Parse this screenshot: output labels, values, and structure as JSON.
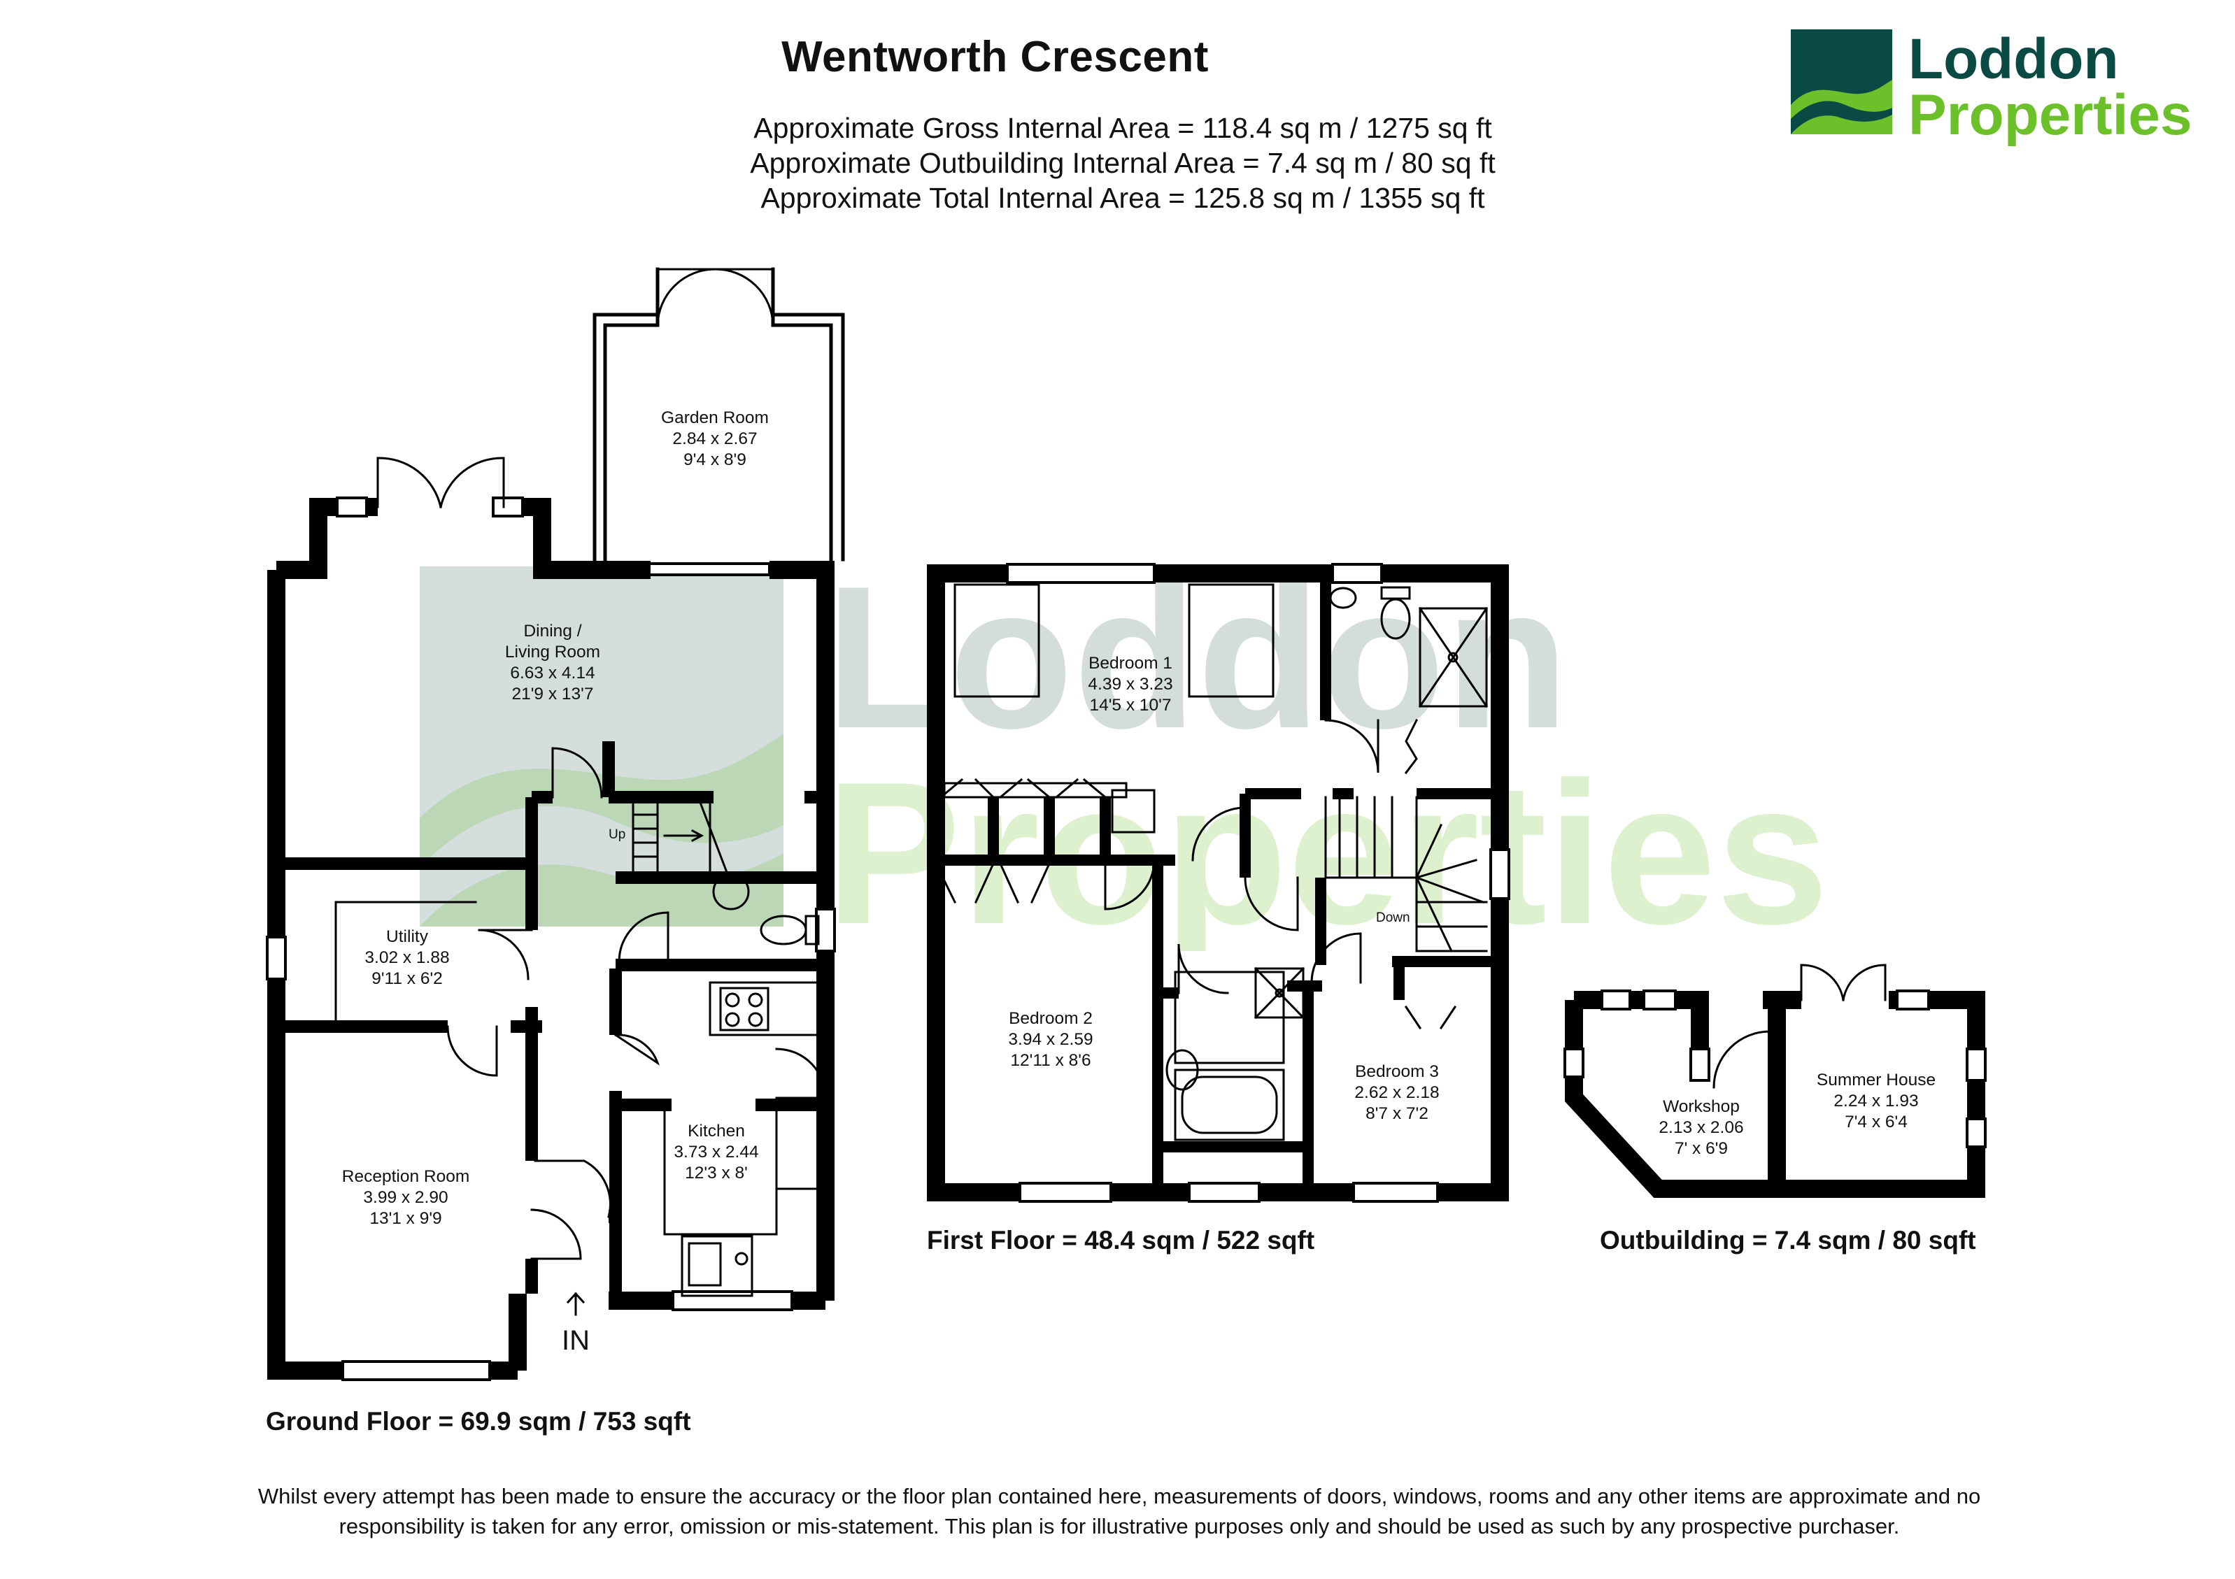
{
  "property": {
    "title": "Wentworth Crescent",
    "areas": {
      "gross": "Approximate Gross Internal Area = 118.4 sq m / 1275 sq ft",
      "outbuilding": "Approximate Outbuilding Internal Area = 7.4 sq m / 80 sq ft",
      "total": "Approximate Total Internal Area = 125.8 sq m / 1355 sq ft"
    }
  },
  "brand": {
    "name_line1": "Loddon",
    "name_line2": "Properties",
    "colors": {
      "dark_green": "#0a4a44",
      "lime": "#6cc12a"
    }
  },
  "floors": {
    "ground": {
      "label": "Ground Floor = 69.9 sqm / 753 sqft",
      "entrance": "IN",
      "stair": "Up",
      "rooms": {
        "garden_room": {
          "name": "Garden Room",
          "metric": "2.84 x 2.67",
          "imperial": "9'4 x 8'9"
        },
        "dining_living": {
          "name_line1": "Dining /",
          "name_line2": "Living Room",
          "metric": "6.63 x 4.14",
          "imperial": "21'9 x 13'7"
        },
        "utility": {
          "name": "Utility",
          "metric": "3.02 x 1.88",
          "imperial": "9'11 x 6'2"
        },
        "reception": {
          "name": "Reception Room",
          "metric": "3.99 x 2.90",
          "imperial": "13'1 x 9'9"
        },
        "kitchen": {
          "name": "Kitchen",
          "metric": "3.73 x 2.44",
          "imperial": "12'3 x 8'"
        }
      }
    },
    "first": {
      "label": "First Floor = 48.4 sqm / 522 sqft",
      "stair": "Down",
      "rooms": {
        "bedroom1": {
          "name": "Bedroom 1",
          "metric": "4.39 x 3.23",
          "imperial": "14'5 x 10'7"
        },
        "bedroom2": {
          "name": "Bedroom 2",
          "metric": "3.94 x 2.59",
          "imperial": "12'11 x 8'6"
        },
        "bedroom3": {
          "name": "Bedroom 3",
          "metric": "2.62 x 2.18",
          "imperial": "8'7 x 7'2"
        }
      }
    },
    "outbuilding": {
      "label": "Outbuilding = 7.4 sqm / 80 sqft",
      "rooms": {
        "workshop": {
          "name": "Workshop",
          "metric": "2.13 x 2.06",
          "imperial": "7' x 6'9"
        },
        "summer_house": {
          "name": "Summer House",
          "metric": "2.24 x 1.93",
          "imperial": "7'4 x 6'4"
        }
      }
    }
  },
  "disclaimer": {
    "line1": "Whilst every attempt has been made to ensure the accuracy or the floor plan contained here, measurements of doors, windows, rooms and any other items are approximate and no",
    "line2": "responsibility is taken for any error, omission or mis-statement. This plan is for illustrative purposes only and should be used as such by any prospective purchaser."
  }
}
